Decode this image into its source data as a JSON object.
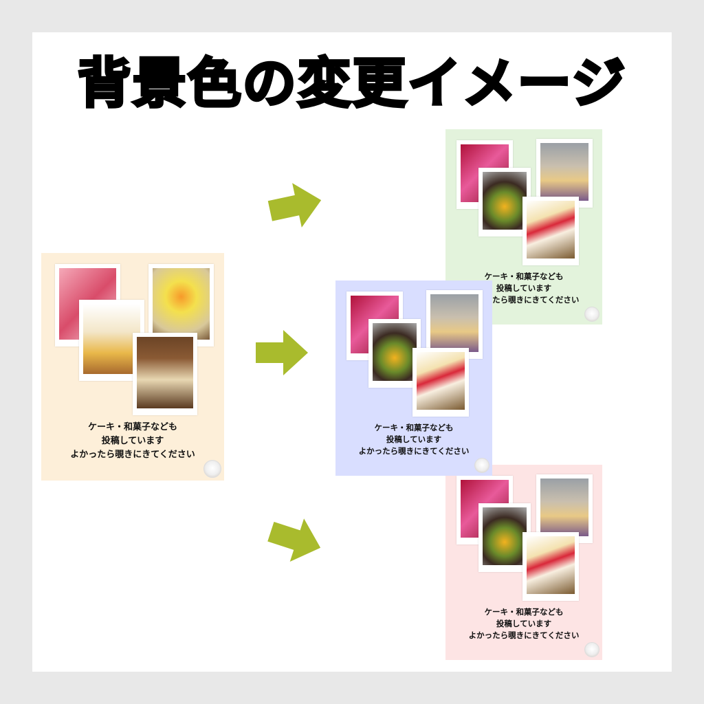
{
  "title": "背景色の変更イメージ",
  "colors": {
    "accent_arrow": "#a9bb2d",
    "original_bg": "#fdefd9",
    "green_bg": "#e3f3dc",
    "blue_bg": "#d9deff",
    "pink_bg": "#fde4e4"
  },
  "cards": [
    {
      "id": "original",
      "bg": "#fdefd9",
      "caption": [
        "ケーキ・和菓子なども",
        "投稿しています",
        "よかったら覗きにきてください"
      ]
    },
    {
      "id": "green",
      "bg": "#e3f3dc",
      "caption": [
        "ケーキ・和菓子なども",
        "投稿しています",
        "よかったら覗きにきてください"
      ]
    },
    {
      "id": "blue",
      "bg": "#d9deff",
      "caption": [
        "ケーキ・和菓子なども",
        "投稿しています",
        "よかったら覗きにきてください"
      ]
    },
    {
      "id": "pink",
      "bg": "#fde4e4",
      "caption": [
        "ケーキ・和菓子なども",
        "投稿しています",
        "よかったら覗きにきてください"
      ]
    }
  ],
  "arrows": [
    {
      "icon": "arrow-right-up-icon"
    },
    {
      "icon": "arrow-right-icon"
    },
    {
      "icon": "arrow-right-down-icon"
    }
  ]
}
